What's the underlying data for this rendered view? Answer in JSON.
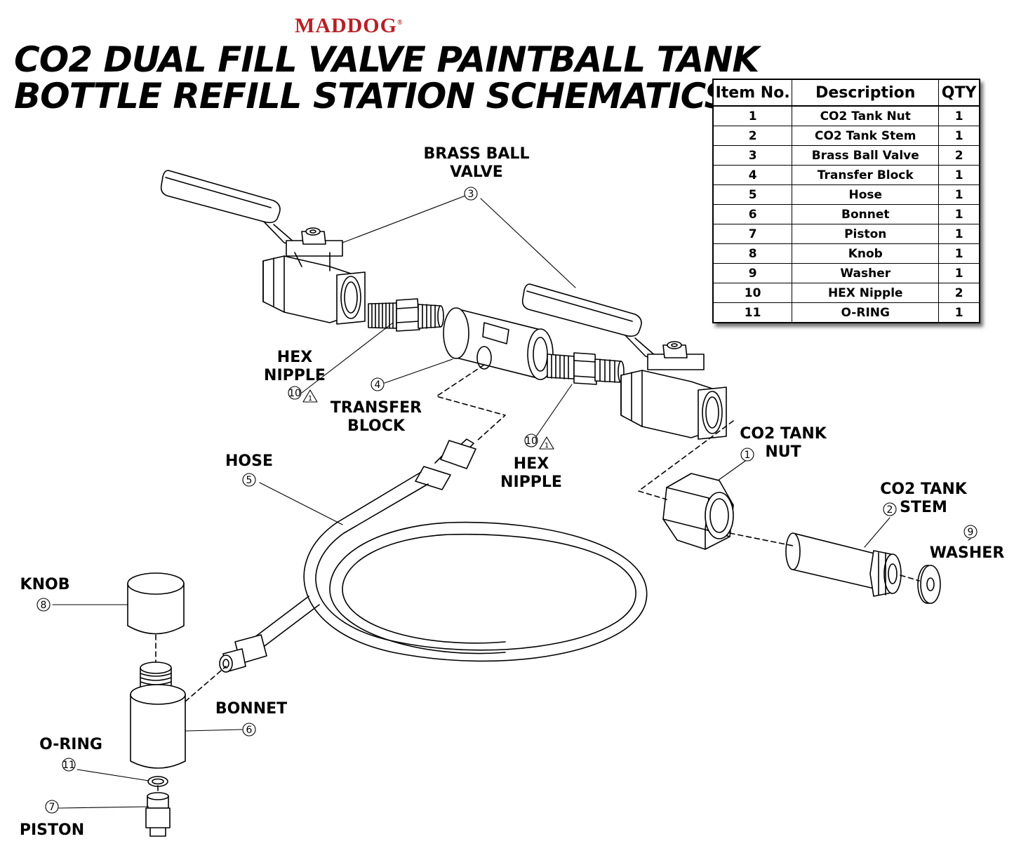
{
  "brand": {
    "name": "MADDOG",
    "mark": "®"
  },
  "title": {
    "line1": "CO2 DUAL FILL VALVE PAINTBALL TANK",
    "line2": "BOTTLE REFILL STATION SCHEMATICS"
  },
  "parts_table": {
    "headers": {
      "item_no": "Item No.",
      "description": "Description",
      "qty": "QTY"
    },
    "rows": [
      {
        "item_no": "1",
        "description": "CO2 Tank Nut",
        "qty": "1"
      },
      {
        "item_no": "2",
        "description": "CO2 Tank Stem",
        "qty": "1"
      },
      {
        "item_no": "3",
        "description": "Brass Ball Valve",
        "qty": "2"
      },
      {
        "item_no": "4",
        "description": "Transfer Block",
        "qty": "1"
      },
      {
        "item_no": "5",
        "description": "Hose",
        "qty": "1"
      },
      {
        "item_no": "6",
        "description": "Bonnet",
        "qty": "1"
      },
      {
        "item_no": "7",
        "description": "Piston",
        "qty": "1"
      },
      {
        "item_no": "8",
        "description": "Knob",
        "qty": "1"
      },
      {
        "item_no": "9",
        "description": "Washer",
        "qty": "1"
      },
      {
        "item_no": "10",
        "description": "HEX Nipple",
        "qty": "2"
      },
      {
        "item_no": "11",
        "description": "O-RING",
        "qty": "1"
      }
    ]
  },
  "callouts": {
    "brass_ball_valve": {
      "line1": "BRASS BALL",
      "line2": "VALVE",
      "number": "3"
    },
    "hex_nipple_left": {
      "line1": "HEX",
      "line2": "NIPPLE",
      "number": "10",
      "flag": "1"
    },
    "transfer_block": {
      "line1": "TRANSFER",
      "line2": "BLOCK",
      "number": "4"
    },
    "hex_nipple_right": {
      "line1": "HEX",
      "line2": "NIPPLE",
      "number": "10",
      "flag": "1"
    },
    "co2_tank_nut": {
      "line1": "CO2 TANK",
      "line2": "NUT",
      "number": "1"
    },
    "co2_tank_stem": {
      "line1": "CO2 TANK",
      "line2": "STEM",
      "number": "2"
    },
    "washer": {
      "line1": "WASHER",
      "number": "9"
    },
    "hose": {
      "line1": "HOSE",
      "number": "5"
    },
    "knob": {
      "line1": "KNOB",
      "number": "8"
    },
    "bonnet": {
      "line1": "BONNET",
      "number": "6"
    },
    "o_ring": {
      "line1": "O-RING",
      "number": "11"
    },
    "piston": {
      "line1": "PISTON",
      "number": "7"
    }
  }
}
